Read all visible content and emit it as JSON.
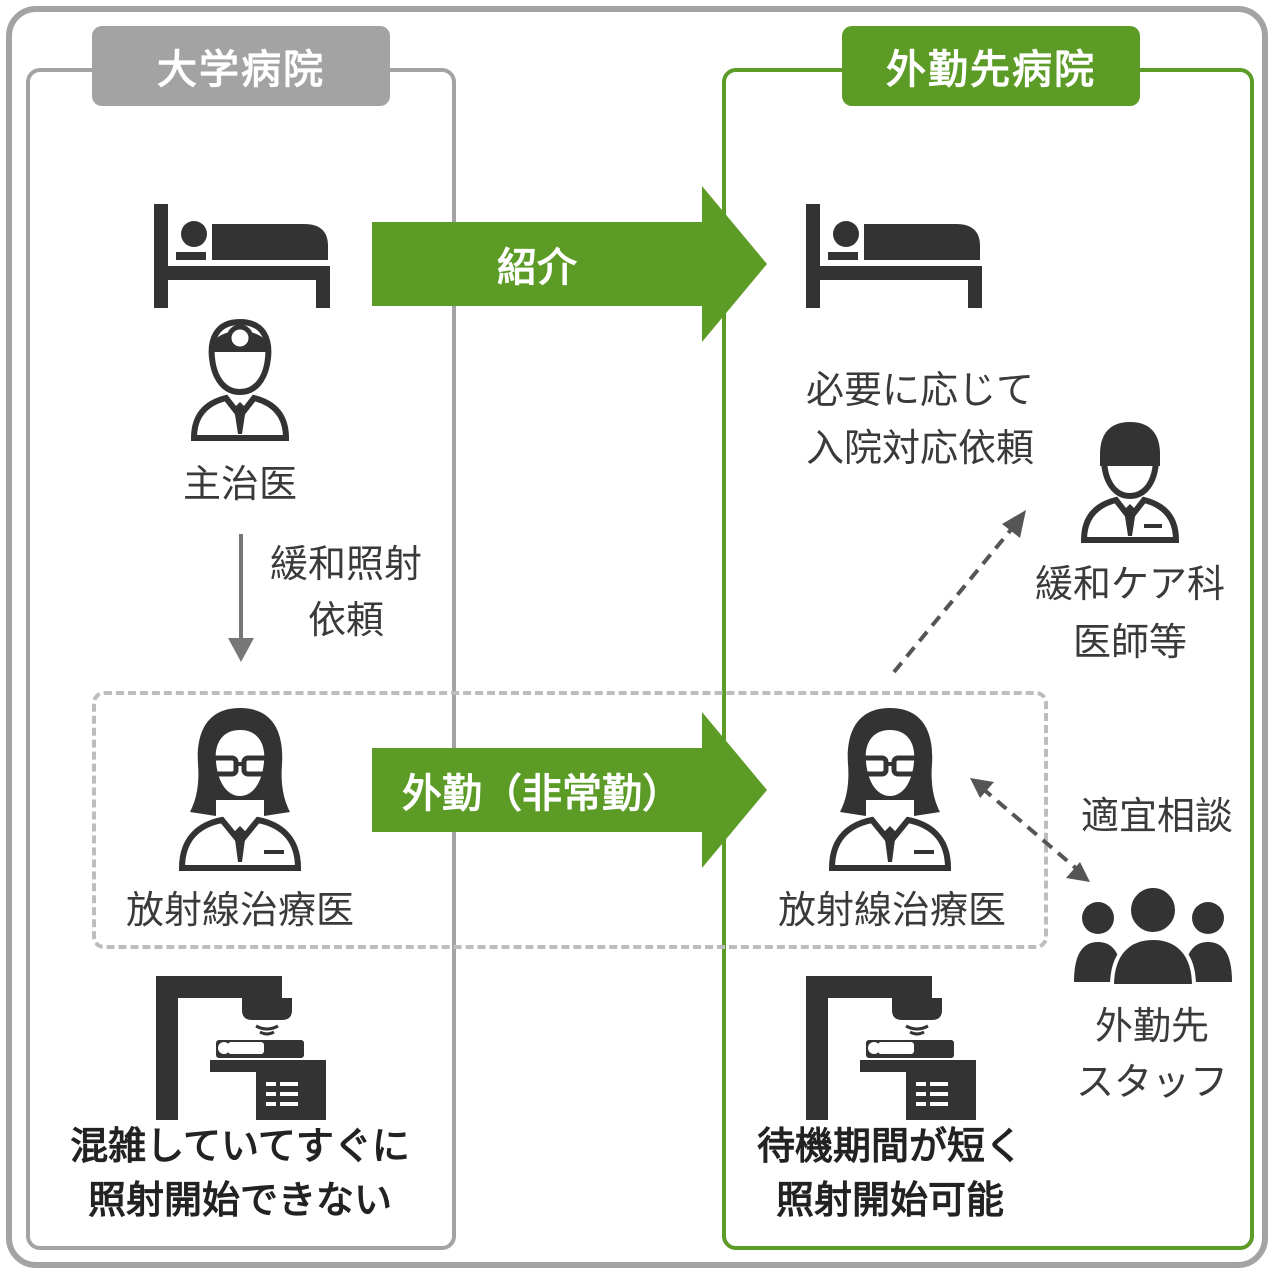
{
  "left_panel": {
    "title": "大学病院",
    "attending_label": "主治医",
    "request_label_line1": "緩和照射",
    "request_label_line2": "依頼",
    "radiologist_label": "放射線治療医",
    "status_line1": "混雑していてすぐに",
    "status_line2": "照射開始できない"
  },
  "right_panel": {
    "title": "外勤先病院",
    "admission_line1": "必要に応じて",
    "admission_line2": "入院対応依頼",
    "palliative_line1": "緩和ケア科",
    "palliative_line2": "医師等",
    "consult_label": "適宜相談",
    "radiologist_label": "放射線治療医",
    "staff_line1": "外勤先",
    "staff_line2": "スタッフ",
    "status_line1": "待機期間が短く",
    "status_line2": "照射開始可能"
  },
  "arrows": {
    "referral": "紹介",
    "outside_work": "外勤（非常勤）"
  },
  "colors": {
    "gray": "#a3a3a3",
    "green": "#5b9b26",
    "icon": "#333333"
  }
}
